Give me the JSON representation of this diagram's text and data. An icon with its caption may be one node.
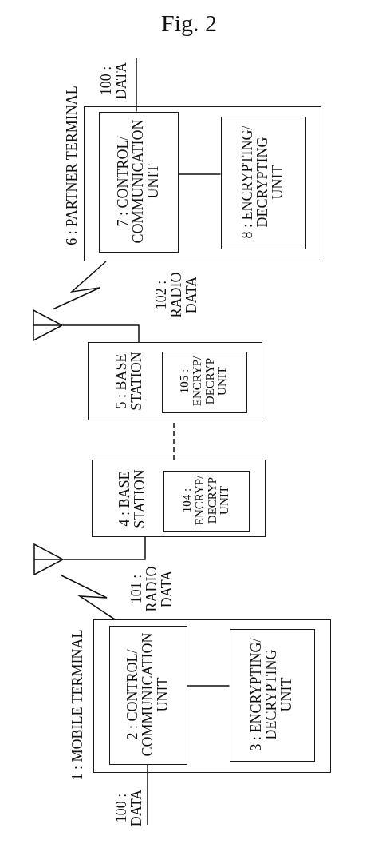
{
  "diagram": {
    "title": "Fig. 2",
    "nodes": [
      {
        "text": [
          "1 : MOBILE TERMINAL"
        ]
      },
      {
        "text": [
          "2 : CONTROL/ COMMUNICATION UNIT"
        ],
        "in": 0
      },
      {
        "text": [
          "3 : ENCRYPTING/ DECRYPTING UNIT"
        ],
        "in": 0
      },
      {
        "text": [],
        "shape": "antenna"
      },
      {
        "text": [
          "4 : BASE STATION"
        ]
      },
      {
        "text": [
          "104 : ENCRYP/ DECRYP UNIT"
        ],
        "in": 4
      },
      {
        "text": [
          "5 : BASE STATION"
        ]
      },
      {
        "text": [
          "105 : ENCRYP/ DECRYP UNIT"
        ],
        "in": 6
      },
      {
        "text": [],
        "shape": "antenna"
      },
      {
        "text": [
          "6 : PARTNER TERMINAL"
        ]
      },
      {
        "text": [
          "7 : CONTROL/ COMMUNICATION UNIT"
        ],
        "in": 9
      },
      {
        "text": [
          "8 : ENCRYPTING/ DECRYPTING UNIT"
        ],
        "in": 9
      }
    ],
    "edges": [
      {
        "from": 1,
        "to": null,
        "arrow": "none",
        "label": "100 : DATA"
      },
      {
        "from": 1,
        "to": 2,
        "arrow": "none"
      },
      {
        "from": 0,
        "to": 8,
        "arrow": "none",
        "label": "101 : RADIO DATA"
      },
      {
        "from": 8,
        "to": 4,
        "arrow": "none"
      },
      {
        "from": 4,
        "to": 6,
        "arrow": "none",
        "style": "dashed"
      },
      {
        "from": 6,
        "to": 3,
        "arrow": "none"
      },
      {
        "from": 3,
        "to": 9,
        "arrow": "none",
        "label": "102 : RADIO DATA"
      },
      {
        "from": 10,
        "to": 11,
        "arrow": "none"
      },
      {
        "from": 10,
        "to": null,
        "arrow": "none",
        "label": "100 : DATA"
      }
    ]
  }
}
